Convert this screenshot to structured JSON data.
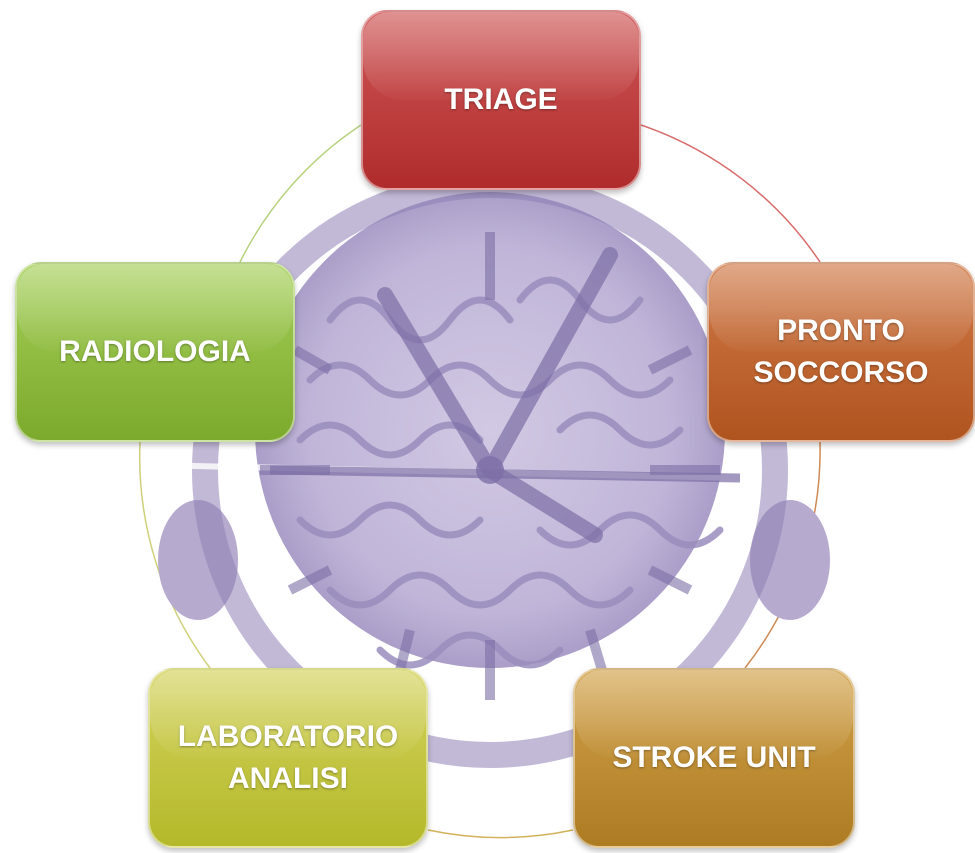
{
  "diagram": {
    "nodes": [
      {
        "id": "triage",
        "label": "TRIAGE",
        "color": "#c03f3f"
      },
      {
        "id": "pronto",
        "label": "PRONTO\nSOCCORSO",
        "color": "#c0642f"
      },
      {
        "id": "stroke",
        "label": "STROKE UNIT",
        "color": "#bf8e33"
      },
      {
        "id": "lab",
        "label": "LABORATORIO\nANALISI",
        "color": "#c6c540"
      },
      {
        "id": "radio",
        "label": "RADIOLOGIA",
        "color": "#91bf40"
      }
    ],
    "cycle_colors": [
      "#d96b6b",
      "#d08a55",
      "#d2b25a",
      "#cfd07a",
      "#b7d27f"
    ],
    "central_image": "brain-clock-image"
  }
}
